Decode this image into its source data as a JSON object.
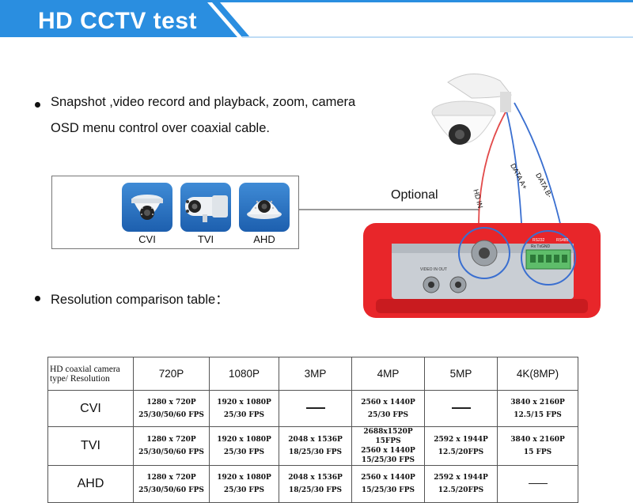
{
  "header": {
    "title": "HD CCTV test"
  },
  "bullets": {
    "snapshot_line1": "Snapshot ,video record and playback, zoom, camera",
    "snapshot_line2": "OSD menu control over coaxial cable.",
    "resolution": "Resolution comparison table："
  },
  "cameras": [
    {
      "label": "CVI",
      "icon": "dome-camera-icon"
    },
    {
      "label": "TVI",
      "icon": "bullet-camera-icon"
    },
    {
      "label": "AHD",
      "icon": "dome-camera-icon"
    }
  ],
  "tester": {
    "optional_label": "Optional",
    "cable_hd_in": "HD IN",
    "cable_data_a": "DATA A+",
    "cable_data_b": "DATA B-",
    "port_rs232": "RS232",
    "port_rs485": "RS485",
    "port_pins": "Rx TxGND",
    "port_video": "VIDEO IN OUT"
  },
  "table": {
    "corner_line1": "HD coaxial camera",
    "corner_line2": "type/ Resolution",
    "columns": [
      "720P",
      "1080P",
      "3MP",
      "4MP",
      "5MP",
      "4K(8MP)"
    ],
    "rows": [
      {
        "type": "CVI",
        "cells": [
          [
            "1280 x 720P",
            "25/30/50/60 FPS"
          ],
          [
            "1920 x 1080P",
            "25/30 FPS"
          ],
          [],
          [
            "2560 x 1440P",
            "25/30 FPS"
          ],
          [],
          [
            "3840 x 2160P",
            "12.5/15 FPS"
          ]
        ]
      },
      {
        "type": "TVI",
        "cells": [
          [
            "1280 x 720P",
            "25/30/50/60 FPS"
          ],
          [
            "1920 x 1080P",
            "25/30 FPS"
          ],
          [
            "2048 x 1536P",
            "18/25/30 FPS"
          ],
          [
            "2688x1520P 15FPS",
            "2560 x 1440P",
            "15/25/30 FPS"
          ],
          [
            "2592 x 1944P",
            "12.5/20FPS"
          ],
          [
            "3840 x 2160P",
            "15 FPS"
          ]
        ]
      },
      {
        "type": "AHD",
        "cells": [
          [
            "1280 x 720P",
            "25/30/50/60 FPS"
          ],
          [
            "1920 x 1080P",
            "25/30 FPS"
          ],
          [
            "2048 x 1536P",
            "18/25/30 FPS"
          ],
          [
            "2560 x 1440P",
            "15/25/30 FPS"
          ],
          [
            "2592 x 1944P",
            "12.5/20FPS"
          ],
          []
        ]
      }
    ]
  },
  "colors": {
    "banner_blue": "#2a8ee0",
    "banner_light": "#bfdcf5",
    "tester_red": "#e8262a",
    "connector_green": "#5ebd6a"
  }
}
